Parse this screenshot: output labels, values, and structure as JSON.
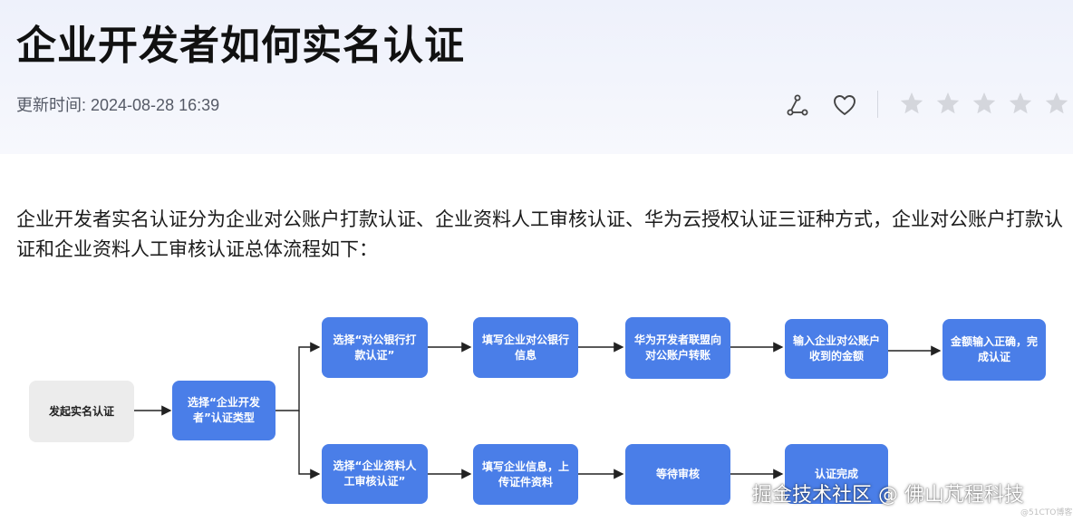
{
  "article": {
    "title": "企业开发者如何实名认证",
    "updated": "更新时间: 2024-08-28 16:39",
    "intro": "企业开发者实名认证分为企业对公账户打款认证、企业资料人工审核认证、华为云授权认证三证种方式，企业对公账户打款认证和企业资料人工审核认证总体流程如下："
  },
  "actions": {
    "share_icon": "share-icon",
    "favorite_icon": "heart-icon",
    "rating": {
      "max": 5,
      "value": 0
    }
  },
  "flowchart": {
    "start": "发起实名认证",
    "choose_type": "选择“企业开发者”认证类型",
    "top_branch": [
      "选择“对公银行打款认证”",
      "填写企业对公银行信息",
      "华为开发者联盟向对公账户转账",
      "输入企业对公账户收到的金额",
      "金额输入正确，完成认证"
    ],
    "bottom_branch": [
      "选择“企业资料人工审核认证”",
      "填写企业信息，上传证件资料",
      "等待审核",
      "认证完成"
    ]
  },
  "colors": {
    "node_blue": "#4a7ee8",
    "start_gray": "#ececec",
    "header_bg": "#eef1fb"
  },
  "watermark": {
    "main": "掘金技术社区 @ 佛山芃程科技",
    "small": "@51CTO博客"
  }
}
